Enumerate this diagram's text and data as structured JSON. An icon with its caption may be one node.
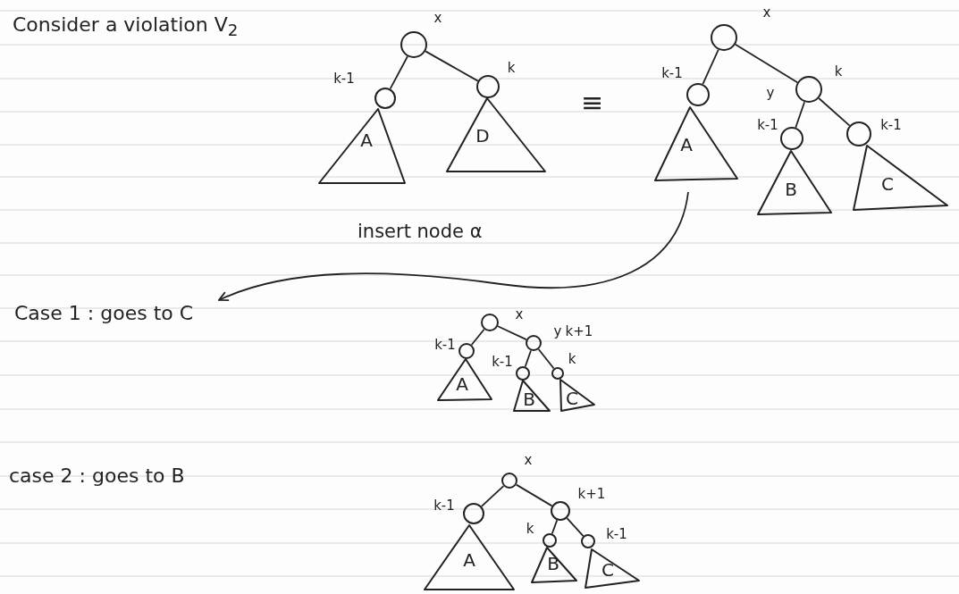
{
  "diagram": {
    "nodes": [
      {
        "text": [],
        "shape": "circle",
        "beside": [
          "x"
        ]
      },
      {
        "text": [],
        "shape": "circle",
        "beside": [
          "k-1"
        ]
      },
      {
        "text": [
          "A"
        ]
      },
      {
        "text": [],
        "shape": "circle",
        "beside": [
          "k"
        ]
      },
      {
        "text": [
          "D"
        ]
      },
      {
        "text": [],
        "shape": "circle",
        "beside": [
          "x"
        ]
      },
      {
        "text": [],
        "shape": "circle",
        "beside": [
          "k-1"
        ]
      },
      {
        "text": [
          "A"
        ]
      },
      {
        "text": [],
        "shape": "circle",
        "beside": [
          "y",
          "k"
        ]
      },
      {
        "text": [],
        "shape": "circle",
        "beside": [
          "k-1"
        ]
      },
      {
        "text": [
          "B"
        ]
      },
      {
        "text": [],
        "shape": "circle",
        "beside": [
          "k-1"
        ]
      },
      {
        "text": [
          "C"
        ]
      },
      {
        "text": [
          "Case 1 : goes to C"
        ]
      },
      {
        "text": [],
        "shape": "circle",
        "beside": [
          "x"
        ]
      },
      {
        "text": [],
        "shape": "circle",
        "beside": [
          "k-1"
        ]
      },
      {
        "text": [
          "A"
        ]
      },
      {
        "text": [],
        "shape": "circle",
        "beside": [
          "y",
          "k+1"
        ]
      },
      {
        "text": [],
        "shape": "circle",
        "beside": [
          "k-1"
        ]
      },
      {
        "text": [
          "B"
        ]
      },
      {
        "text": [],
        "shape": "circle",
        "beside": [
          "k"
        ]
      },
      {
        "text": [
          "C"
        ]
      },
      {
        "text": [],
        "shape": "circle",
        "beside": [
          "x"
        ]
      },
      {
        "text": [],
        "shape": "circle",
        "beside": [
          "k-1"
        ]
      },
      {
        "text": [
          "A"
        ]
      },
      {
        "text": [],
        "shape": "circle",
        "beside": [
          "k+1"
        ]
      },
      {
        "text": [],
        "shape": "circle",
        "beside": [
          "k"
        ]
      },
      {
        "text": [
          "B"
        ]
      },
      {
        "text": [],
        "shape": "circle",
        "beside": [
          "k-1"
        ]
      },
      {
        "text": [
          "C"
        ]
      }
    ],
    "edges": [
      {
        "from": 0,
        "to": 1,
        "arrow": "none"
      },
      {
        "from": 0,
        "to": 3,
        "arrow": "none"
      },
      {
        "from": 5,
        "to": 6,
        "arrow": "none"
      },
      {
        "from": 5,
        "to": 8,
        "arrow": "none"
      },
      {
        "from": 8,
        "to": 9,
        "arrow": "none"
      },
      {
        "from": 8,
        "to": 11,
        "arrow": "none"
      },
      {
        "from": null,
        "to": 13,
        "arrow": "to",
        "label": "insert node α"
      },
      {
        "from": 14,
        "to": 15,
        "arrow": "none"
      },
      {
        "from": 14,
        "to": 17,
        "arrow": "none"
      },
      {
        "from": 17,
        "to": 18,
        "arrow": "none"
      },
      {
        "from": 17,
        "to": 20,
        "arrow": "none"
      },
      {
        "from": 22,
        "to": 23,
        "arrow": "none"
      },
      {
        "from": 22,
        "to": 25,
        "arrow": "none"
      },
      {
        "from": 25,
        "to": 26,
        "arrow": "none"
      },
      {
        "from": 25,
        "to": 28,
        "arrow": "none"
      }
    ],
    "labels": [
      "Consider a violation V$_{2}$",
      "≡",
      "case 2 : goes to B"
    ]
  }
}
